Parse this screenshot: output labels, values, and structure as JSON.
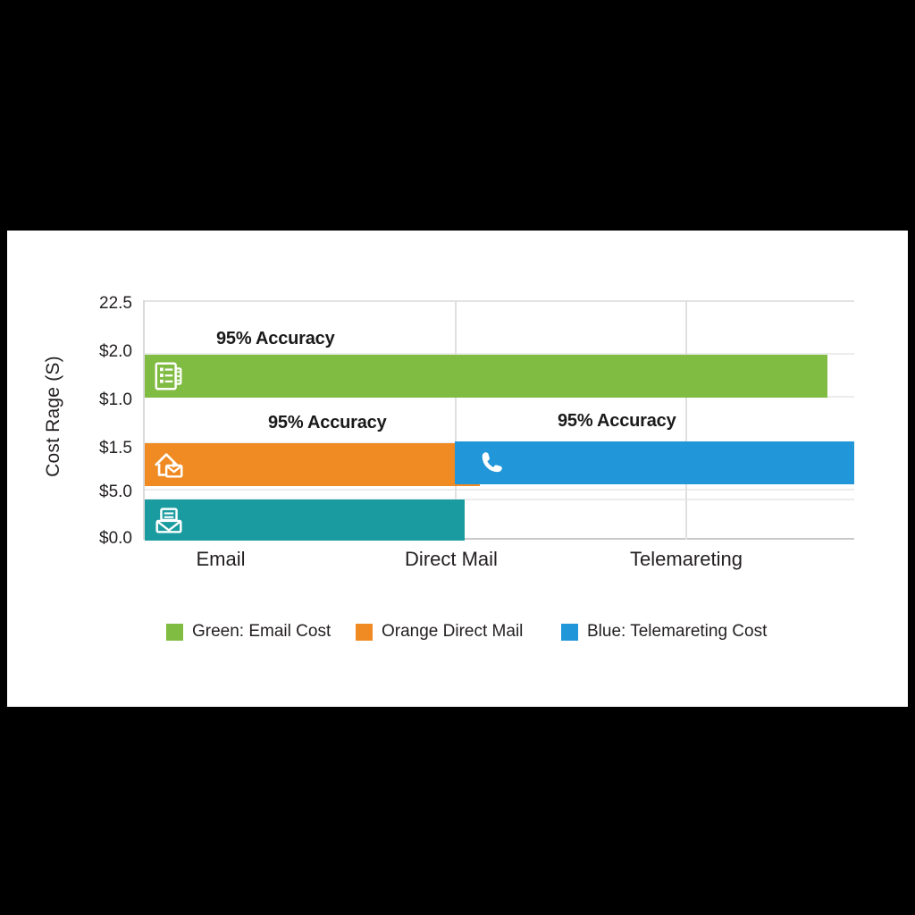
{
  "chart_data": {
    "type": "bar",
    "orientation": "horizontal-grouped",
    "title": "",
    "xlabel": "",
    "ylabel": "Cost Rage (S)",
    "grid": true,
    "legend_position": "bottom",
    "categories": [
      "Email",
      "Direct Mail",
      "Telemareting"
    ],
    "y_tick_labels": [
      "22.5",
      "$2.0",
      "$1.0",
      "$1.5",
      "$5.0",
      "$0.0"
    ],
    "bars": [
      {
        "name": "email-newsletter-bar",
        "color": "#80bb42",
        "icon": "newsletter-list-icon",
        "label": "95% Accuracy",
        "length_fraction": 0.962,
        "row": 0
      },
      {
        "name": "direct-mail-bar",
        "color": "#ef8b22",
        "icon": "house-envelope-icon",
        "label": "95% Accuracy",
        "length_fraction": 0.472,
        "row": 1
      },
      {
        "name": "telemarketing-bar",
        "color": "#2196d8",
        "icon": "phone-handset-icon",
        "label": "95% Accuracy",
        "length_fraction": 1.0,
        "row": 1,
        "start_fraction": 0.437
      },
      {
        "name": "email-bar",
        "color": "#1a9ba0",
        "icon": "envelope-document-icon",
        "label": "",
        "length_fraction": 0.451,
        "row": 2
      }
    ],
    "series": [
      {
        "name": "Green: Email Cost",
        "color": "#80bb42",
        "values": [
          2.0
        ]
      },
      {
        "name": "Orange Direct Mail",
        "color": "#ef8b22",
        "values": [
          1.5
        ]
      },
      {
        "name": "Blue: Telemareting Cost",
        "color": "#2196d8",
        "values": [
          1.5
        ]
      }
    ],
    "data_labels": [
      "95% Accuracy",
      "95% Accuracy",
      "95% Accuracy"
    ]
  },
  "axis": {
    "y_title": "Cost Rage (S)",
    "y_ticks": [
      {
        "label": "22.5"
      },
      {
        "label": "$2.0"
      },
      {
        "label": "$1.0"
      },
      {
        "label": "$1.5"
      },
      {
        "label": "$5.0"
      },
      {
        "label": "$0.0"
      }
    ],
    "x_ticks": [
      {
        "label": "Email"
      },
      {
        "label": "Direct Mail"
      },
      {
        "label": "Telemareting"
      }
    ]
  },
  "labels": {
    "green_bar": "95% Accuracy",
    "orange_bar": "95% Accuracy",
    "blue_bar": "95% Accuracy"
  },
  "legend": {
    "items": [
      {
        "label": "Green: Email Cost",
        "color": "#80bb42"
      },
      {
        "label": "Orange Direct Mail",
        "color": "#ef8b22"
      },
      {
        "label": "Blue: Telemareting Cost",
        "color": "#2196d8"
      }
    ]
  },
  "colors": {
    "green": "#80bb42",
    "orange": "#ef8b22",
    "blue": "#2196d8",
    "teal": "#1a9ba0",
    "card_background": "#ffffff",
    "page_background": "#000000",
    "text": "#231f20",
    "grid": "#e6e6e6"
  }
}
